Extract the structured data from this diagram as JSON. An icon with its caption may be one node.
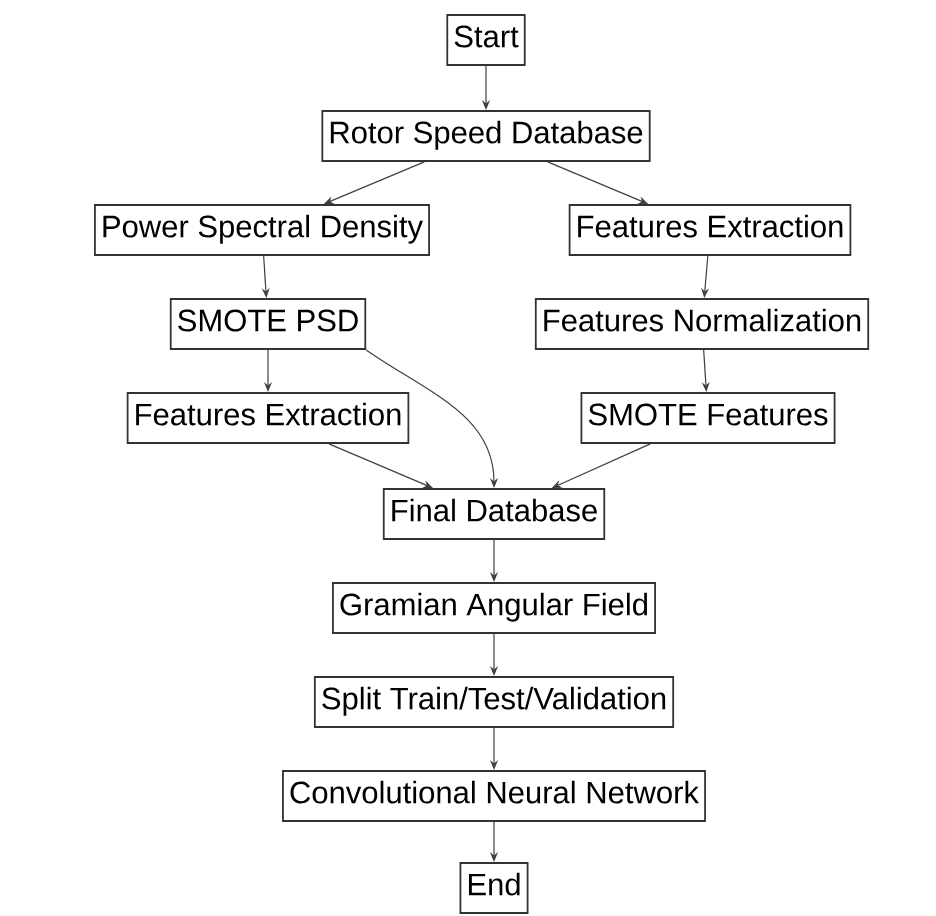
{
  "diagram": {
    "nodes": [
      {
        "text": [
          "Start"
        ]
      },
      {
        "text": [
          "Rotor Speed Database"
        ]
      },
      {
        "text": [
          "Power Spectral Density"
        ]
      },
      {
        "text": [
          "Features Extraction"
        ]
      },
      {
        "text": [
          "SMOTE PSD"
        ]
      },
      {
        "text": [
          "Features Normalization"
        ]
      },
      {
        "text": [
          "Features Extraction"
        ]
      },
      {
        "text": [
          "SMOTE Features"
        ]
      },
      {
        "text": [
          "Final Database"
        ]
      },
      {
        "text": [
          "Gramian Angular Field"
        ]
      },
      {
        "text": [
          "Split Train/Test/Validation"
        ]
      },
      {
        "text": [
          "Convolutional Neural Network"
        ]
      },
      {
        "text": [
          "End"
        ]
      }
    ],
    "edges": [
      {
        "from": 0,
        "to": 1,
        "arrow": "to"
      },
      {
        "from": 1,
        "to": 2,
        "arrow": "to"
      },
      {
        "from": 1,
        "to": 3,
        "arrow": "to"
      },
      {
        "from": 2,
        "to": 4,
        "arrow": "to"
      },
      {
        "from": 3,
        "to": 5,
        "arrow": "to"
      },
      {
        "from": 4,
        "to": 6,
        "arrow": "to"
      },
      {
        "from": 4,
        "to": 8,
        "arrow": "to"
      },
      {
        "from": 5,
        "to": 7,
        "arrow": "to"
      },
      {
        "from": 6,
        "to": 8,
        "arrow": "to"
      },
      {
        "from": 7,
        "to": 8,
        "arrow": "to"
      },
      {
        "from": 8,
        "to": 9,
        "arrow": "to"
      },
      {
        "from": 9,
        "to": 10,
        "arrow": "to"
      },
      {
        "from": 10,
        "to": 11,
        "arrow": "to"
      },
      {
        "from": 11,
        "to": 12,
        "arrow": "to"
      }
    ]
  }
}
